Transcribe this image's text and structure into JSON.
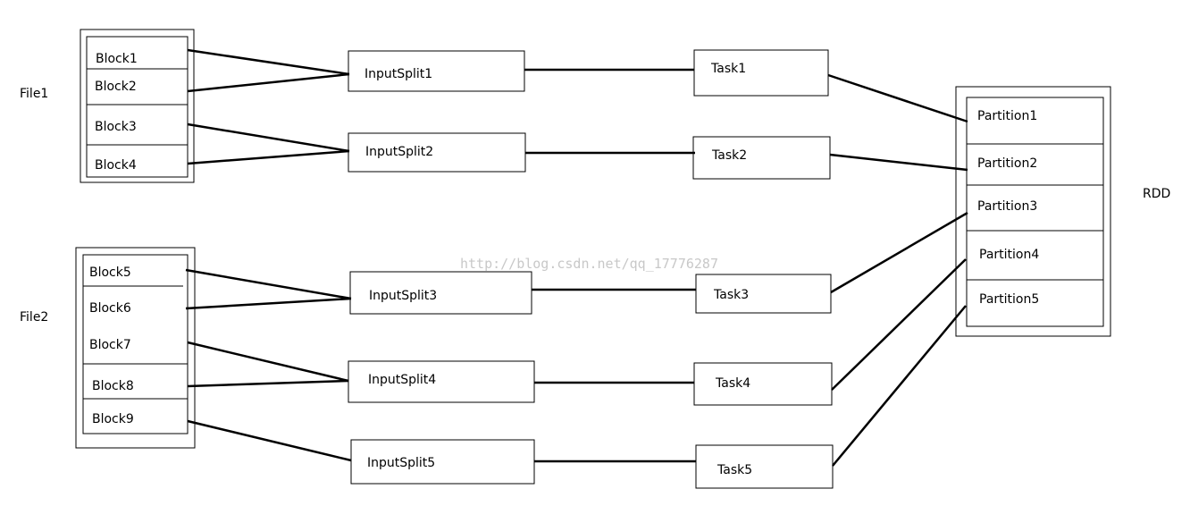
{
  "files": [
    {
      "label": "File1",
      "blocks": [
        "Block1",
        "Block2",
        "Block3",
        "Block4"
      ]
    },
    {
      "label": "File2",
      "blocks": [
        "Block5",
        "Block6",
        "Block7",
        "Block8",
        "Block9"
      ]
    }
  ],
  "input_splits": [
    "InputSplit1",
    "InputSplit2",
    "InputSplit3",
    "InputSplit4",
    "InputSplit5"
  ],
  "tasks": [
    "Task1",
    "Task2",
    "Task3",
    "Task4",
    "Task5"
  ],
  "rdd": {
    "label": "RDD",
    "partitions": [
      "Partition1",
      "Partition2",
      "Partition3",
      "Partition4",
      "Partition5"
    ]
  },
  "watermark": "http://blog.csdn.net/qq_17776287"
}
